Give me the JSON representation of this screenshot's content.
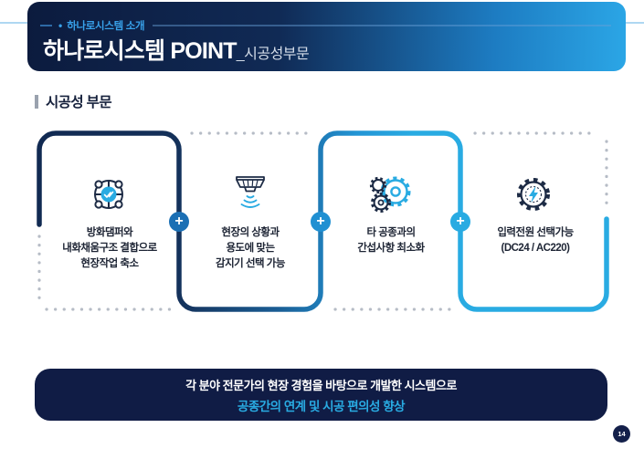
{
  "header": {
    "bullet": "•",
    "eyebrow": "하나로시스템 소개",
    "title": "하나로시스템 POINT",
    "title_suffix": "_시공성부문"
  },
  "section": {
    "heading": "시공성 부문"
  },
  "cards": [
    {
      "icon": "fire-damper-check-icon",
      "lines": [
        "방화댐퍼와",
        "내화채움구조 결합으로",
        "현장작업 축소"
      ]
    },
    {
      "icon": "smoke-detector-icon",
      "lines": [
        "현장의 상황과",
        "용도에 맞는",
        "감지기 선택 가능"
      ]
    },
    {
      "icon": "gears-icon",
      "lines": [
        "타 공종과의",
        "간섭사항 최소화"
      ]
    },
    {
      "icon": "power-gear-icon",
      "lines": [
        "입력전원 선택가능",
        "(DC24 / AC220)"
      ]
    }
  ],
  "connectors": [
    {
      "symbol": "+"
    },
    {
      "symbol": "+"
    },
    {
      "symbol": "+"
    }
  ],
  "footer_banner": {
    "line1": "각 분야 전문가의 현장 경험을 바탕으로 개발한 시스템으로",
    "line2": "공종간의 연계 및 시공 편의성 향상"
  },
  "page_number": "14",
  "colors": {
    "header_gradient_start": "#0c1b3e",
    "header_gradient_end": "#2ba6e6",
    "eyebrow_blue": "#38a1ea",
    "navy_border": "#112a52",
    "cyan_accent": "#29abe2",
    "footer_bg": "#101c45",
    "card_text": "#1e2535",
    "dotted_gray": "#b6bcc6"
  }
}
